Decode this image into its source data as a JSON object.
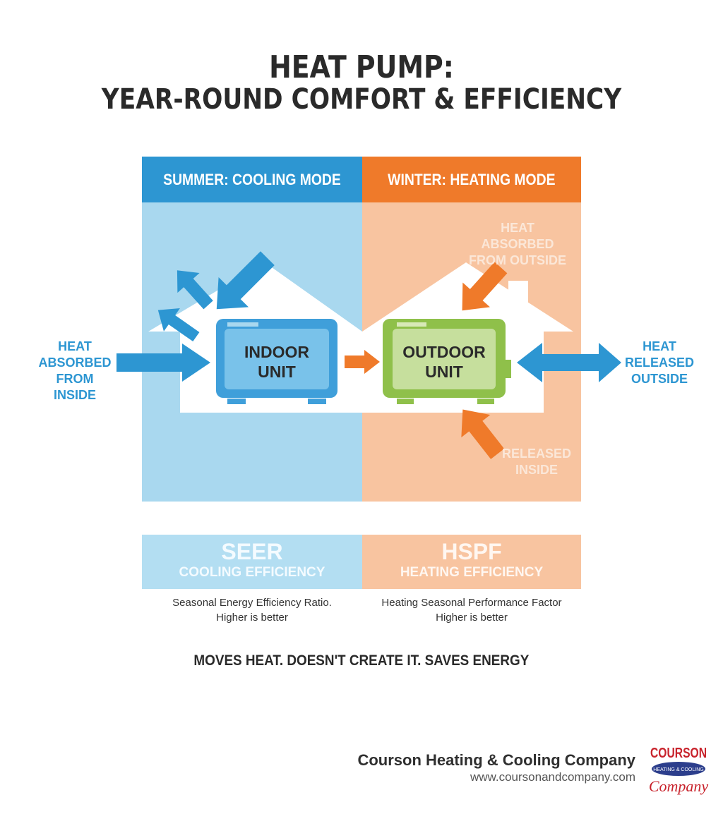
{
  "title": {
    "line1": "HEAT PUMP:",
    "line2": "YEAR-ROUND COMFORT & EFFICIENCY"
  },
  "modes": {
    "summer": "SUMMER: COOLING MODE",
    "winter": "WINTER: HEATING MODE"
  },
  "units": {
    "indoor": [
      "INDOOR",
      "UNIT"
    ],
    "outdoor": [
      "OUTDOOR",
      "UNIT"
    ]
  },
  "labels": {
    "heat_absorbed_inside": [
      "HEAT",
      "ABSORBED",
      "FROM INSIDE"
    ],
    "heat_released_outside": [
      "HEAT",
      "RELEASED",
      "OUTSIDE"
    ],
    "heat_absorbed_outside": [
      "HEAT",
      "ABSORBED",
      "FROM OUTSIDE"
    ],
    "released_inside": [
      "RELEASED",
      "INSIDE"
    ]
  },
  "metrics": {
    "seer": {
      "abbr": "SEER",
      "name": "COOLING EFFICIENCY",
      "desc": [
        "Seasonal Energy Efficiency Ratio.",
        "Higher is better"
      ]
    },
    "hspf": {
      "abbr": "HSPF",
      "name": "HEATING EFFICIENCY",
      "desc": [
        "Heating Seasonal Performance Factor",
        "Higher is better"
      ]
    }
  },
  "tagline": "MOVES HEAT. DOESN'T CREATE IT. SAVES ENERGY",
  "footer": {
    "company": "Courson Heating & Cooling Company",
    "website": "www.coursonandcompany.com",
    "logo_text": [
      "COURSON",
      "HEATING & COOLING",
      "Company"
    ]
  },
  "colors": {
    "blue": "#2d96d2",
    "light_blue": "#a9d8ef",
    "orange": "#ef7a2a",
    "light_orange": "#f8c4a0",
    "green": "#8fc04a"
  }
}
